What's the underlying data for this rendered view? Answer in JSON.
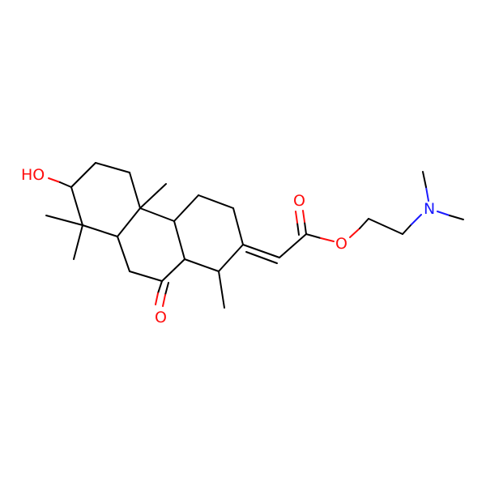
{
  "colors": {
    "background": "#ffffff",
    "carbon_bond": "#000000",
    "oxygen": "#ff0d0d",
    "nitrogen": "#1a1aff"
  },
  "atoms": {
    "hydroxyl": "HO",
    "ketone_oxygen": "O",
    "carbonyl_oxygen": "O",
    "ester_oxygen": "O",
    "amine_nitrogen": "N"
  }
}
